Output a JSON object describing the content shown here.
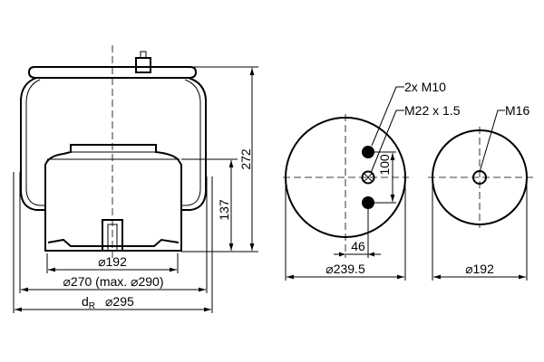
{
  "side_view": {
    "height_total": "272",
    "height_piston": "137",
    "dia_bottom": "⌀192",
    "dia_bellows": "⌀270 (max. ⌀290)",
    "dr_symbol": "d",
    "dr_subscript": "R",
    "dia_roll": "⌀295"
  },
  "top_view": {
    "label_studs": "2x M10",
    "label_air": "M22 x 1.5",
    "stud_spacing": "100",
    "stud_offset": "46",
    "diameter": "⌀239.5"
  },
  "bottom_view": {
    "label_thread": "M16",
    "diameter": "⌀192"
  },
  "colors": {
    "line": "#000000",
    "background": "#ffffff"
  }
}
